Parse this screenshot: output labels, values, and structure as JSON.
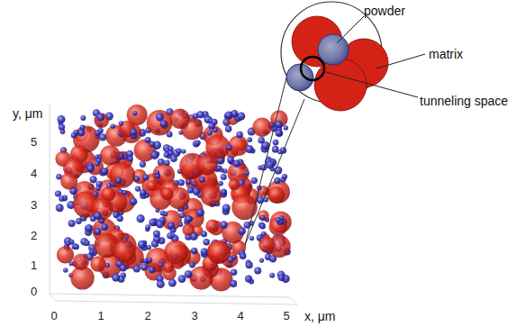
{
  "diagram": {
    "labels": [
      "powder",
      "matrix",
      "tunneling space",
      "y, μm",
      "5",
      "4",
      "3",
      "2",
      "1",
      "0",
      "0",
      "1",
      "2",
      "3",
      "4",
      "5",
      "x, μm"
    ]
  }
}
